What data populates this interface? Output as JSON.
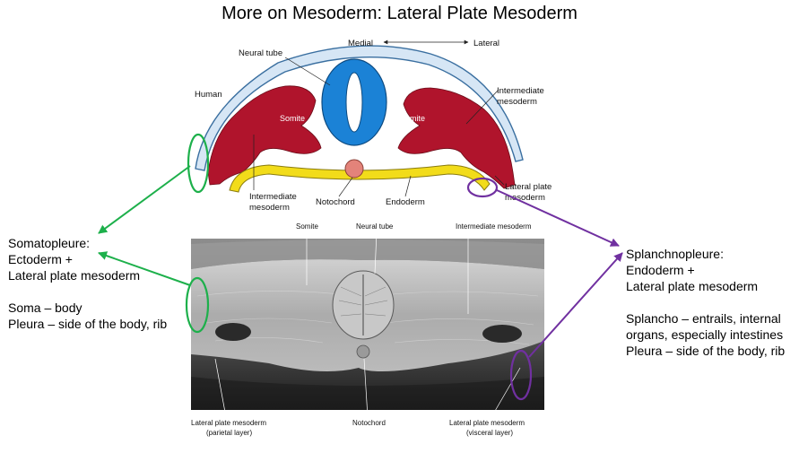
{
  "title": "More on Mesoderm: Lateral Plate Mesoderm",
  "top_diagram": {
    "axis_medial": "Medial",
    "axis_lateral": "Lateral",
    "human": "Human",
    "neural_tube": "Neural tube",
    "somite_left": "Somite",
    "somite_right": "Somite",
    "intermediate_right_1": "Intermediate",
    "intermediate_right_2": "mesoderm",
    "intermediate_left_1": "Intermediate",
    "intermediate_left_2": "mesoderm",
    "notochord": "Notochord",
    "endoderm": "Endoderm",
    "lateral_plate_1": "Lateral plate",
    "lateral_plate_2": "mesoderm"
  },
  "micrograph": {
    "somite": "Somite",
    "neural_tube": "Neural tube",
    "intermediate": "Intermediate mesoderm",
    "lpm_parietal_1": "Lateral plate mesoderm",
    "lpm_parietal_2": "(parietal layer)",
    "notochord": "Notochord",
    "lpm_visceral_1": "Lateral plate mesoderm",
    "lpm_visceral_2": "(visceral layer)"
  },
  "left_text": {
    "line1": "Somatopleure:",
    "line2": "Ectoderm +",
    "line3": "Lateral plate mesoderm",
    "line4": "Soma – body",
    "line5": "Pleura – side of the body, rib"
  },
  "right_text": {
    "line1": "Splanchnopleure:",
    "line2": "Endoderm +",
    "line3": "Lateral plate mesoderm",
    "line4": "Splancho – entrails, internal",
    "line5": "organs, especially intestines",
    "line6": "Pleura – side of the body, rib"
  },
  "colors": {
    "ectoderm": "#d6e6f5",
    "neural_tube": "#1b82d6",
    "mesoderm": "#b0142c",
    "endoderm": "#f2dc1a",
    "notochord": "#e3837a",
    "green_annotation": "#1db04b",
    "purple_annotation": "#7030a0"
  }
}
